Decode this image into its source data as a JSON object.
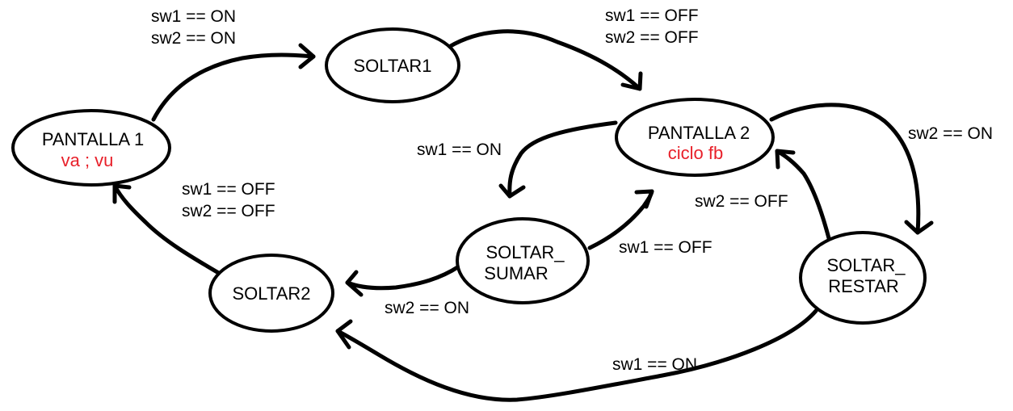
{
  "colors": {
    "stroke": "#000000",
    "background": "#ffffff",
    "annotation": "#e8202a"
  },
  "states": {
    "pantalla1": {
      "label": "PANTALLA 1",
      "annotation": "va ; vu"
    },
    "soltar1": {
      "label": "SOLTAR1"
    },
    "pantalla2": {
      "label": "PANTALLA 2",
      "annotation": "ciclo fb"
    },
    "soltar_sumar": {
      "line1": "SOLTAR_",
      "line2": "SUMAR"
    },
    "soltar2": {
      "label": "SOLTAR2"
    },
    "soltar_restar": {
      "line1": "SOLTAR_",
      "line2": "RESTAR"
    }
  },
  "transitions": {
    "p1_to_s1": {
      "line1": "sw1 == ON",
      "line2": "sw2 == ON"
    },
    "s1_to_p2": {
      "line1": "sw1 == OFF",
      "line2": "sw2 == OFF"
    },
    "s2_to_p1": {
      "line1": "sw1 == OFF",
      "line2": "sw2 == OFF"
    },
    "p2_to_sumar": {
      "label": "sw1 == ON"
    },
    "sumar_to_p2": {
      "label": "sw1 == OFF"
    },
    "sumar_to_s2": {
      "label": "sw2 == ON"
    },
    "p2_to_restar": {
      "label": "sw2 == ON"
    },
    "restar_to_p2": {
      "label": "sw2 == OFF"
    },
    "restar_to_s2": {
      "label": "sw1 == ON"
    }
  }
}
